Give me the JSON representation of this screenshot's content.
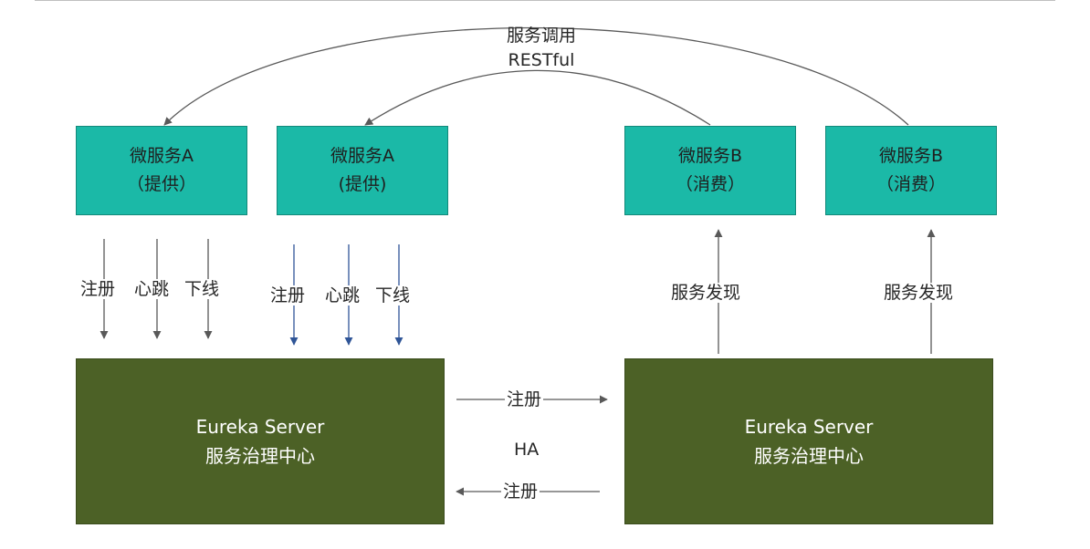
{
  "call_label": {
    "line1": "服务调用",
    "line2": "RESTful"
  },
  "services": [
    {
      "name": "微服务A",
      "role": "（提供）"
    },
    {
      "name": "微服务A",
      "role": "(提供)"
    },
    {
      "name": "微服务B",
      "role": "（消费）"
    },
    {
      "name": "微服务B",
      "role": "（消费）"
    }
  ],
  "provider_actions": [
    "注册",
    "心跳",
    "下线"
  ],
  "discovery_label": "服务发现",
  "servers": [
    {
      "title": "Eureka Server",
      "subtitle": "服务治理中心"
    },
    {
      "title": "Eureka Server",
      "subtitle": "服务治理中心"
    }
  ],
  "ha": {
    "label": "HA",
    "register_label": "注册"
  },
  "colors": {
    "service_fill": "#1bb9a7",
    "server_fill": "#4c6126",
    "arrow_gray": "#595959",
    "arrow_blue": "#2f5597"
  }
}
